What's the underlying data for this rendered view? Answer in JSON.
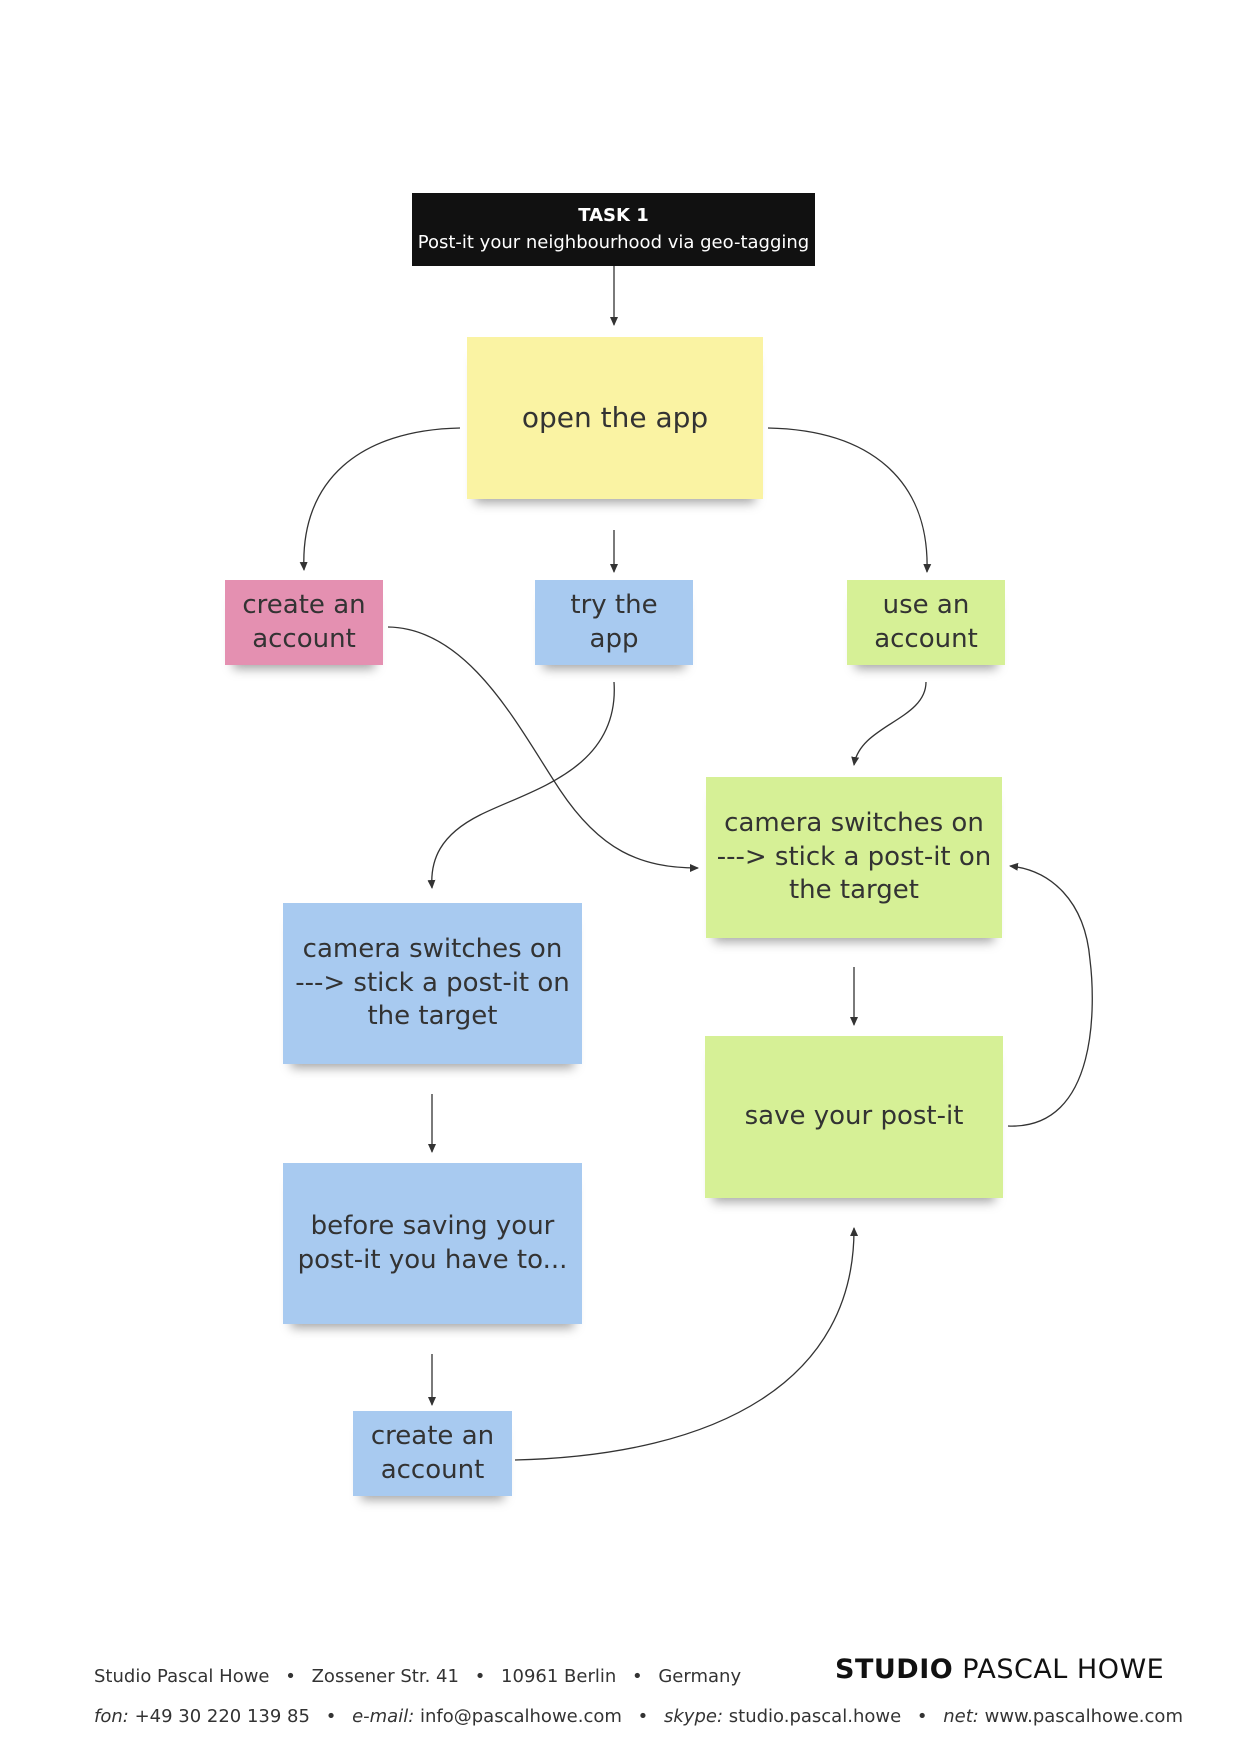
{
  "task": {
    "title": "TASK 1",
    "subtitle": "Post-it your neighbourhood via geo-tagging"
  },
  "colors": {
    "yellow": "#faf3a3",
    "pink": "#e490b1",
    "blue": "#a8caf0",
    "green": "#d6f096",
    "arrow": "#333333",
    "task_bg": "#111111"
  },
  "notes": {
    "open_app": "open the app",
    "create_account_top": "create an\naccount",
    "try_app": "try the app",
    "use_account": "use an\naccount",
    "camera_green": "camera switches on\n---> stick a post-it on\nthe target",
    "camera_blue": "camera switches on\n---> stick a post-it on\nthe target",
    "save_postit": "save your post-it",
    "before_saving": "before saving your\npost-it you have to...",
    "create_account_bottom": "create an\naccount"
  },
  "footer": {
    "line1": {
      "name": "Studio Pascal Howe",
      "street": "Zossener Str. 41",
      "city": "10961 Berlin",
      "country": "Germany"
    },
    "line2": {
      "fon_label": "fon:",
      "fon": "+49 30 220 139 85",
      "email_label": "e-mail:",
      "email": "info@pascalhowe.com",
      "skype_label": "skype:",
      "skype": "studio.pascal.howe",
      "net_label": "net:",
      "net": "www.pascalhowe.com"
    },
    "separator": "•",
    "brand_bold": "STUDIO",
    "brand_light": "PASCAL HOWE"
  }
}
